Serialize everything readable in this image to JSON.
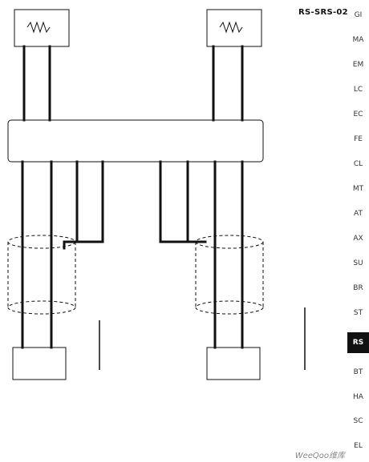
{
  "header": {
    "code": "RS-SRS-02"
  },
  "tabs": [
    {
      "label": "GI",
      "active": false
    },
    {
      "label": "MA",
      "active": false
    },
    {
      "label": "EM",
      "active": false
    },
    {
      "label": "LC",
      "active": false
    },
    {
      "label": "EC",
      "active": false
    },
    {
      "label": "FE",
      "active": false
    },
    {
      "label": "CL",
      "active": false
    },
    {
      "label": "MT",
      "active": false
    },
    {
      "label": "AT",
      "active": false
    },
    {
      "label": "AX",
      "active": false
    },
    {
      "label": "SU",
      "active": false
    },
    {
      "label": "BR",
      "active": false
    },
    {
      "label": "ST",
      "active": false
    },
    {
      "label": "RS",
      "active": true
    },
    {
      "label": "BT",
      "active": false
    },
    {
      "label": "HA",
      "active": false
    },
    {
      "label": "SC",
      "active": false
    },
    {
      "label": "EL",
      "active": false
    }
  ],
  "watermark": "WeeQoo维库",
  "colors": {
    "line": "#111111",
    "active_tab": "#111111"
  }
}
